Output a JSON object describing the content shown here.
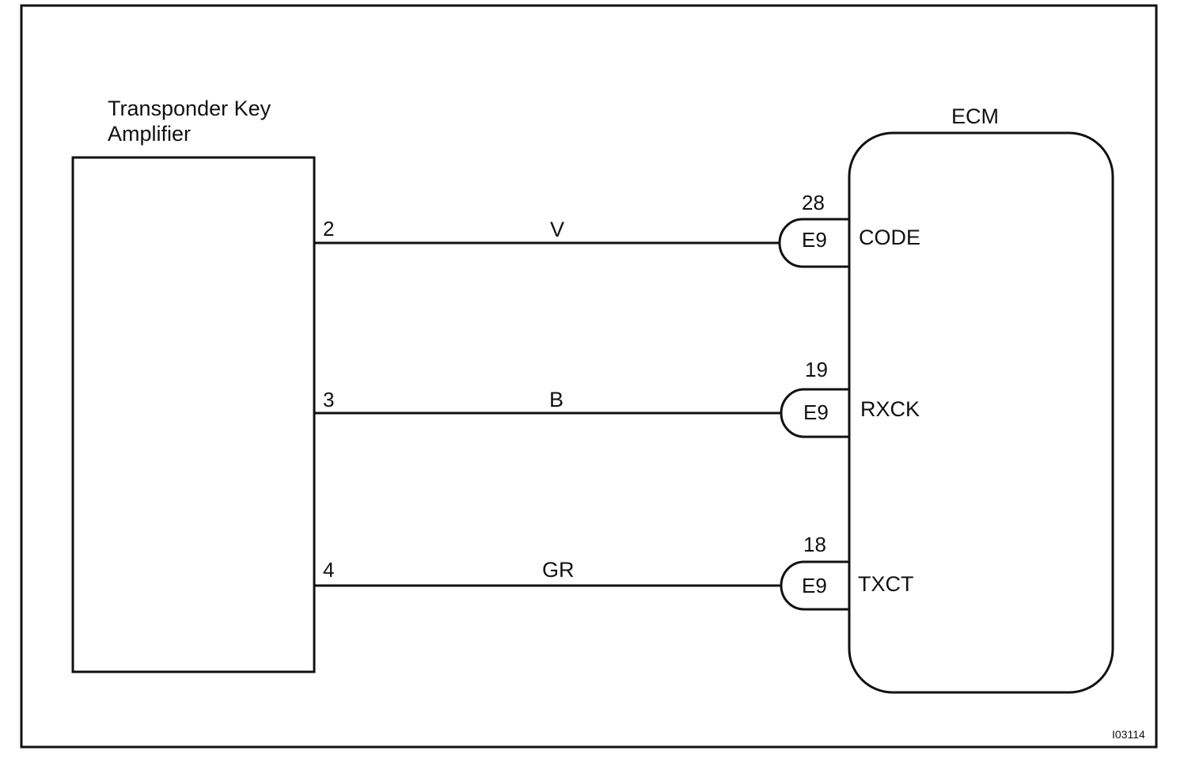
{
  "amplifier": {
    "title_line1": "Transponder Key",
    "title_line2": "Amplifier"
  },
  "ecm": {
    "title": "ECM"
  },
  "wires": [
    {
      "amp_pin": "2",
      "color": "V",
      "connector": "E9",
      "ecm_pin": "28",
      "signal": "CODE"
    },
    {
      "amp_pin": "3",
      "color": "B",
      "connector": "E9",
      "ecm_pin": "19",
      "signal": "RXCK"
    },
    {
      "amp_pin": "4",
      "color": "GR",
      "connector": "E9",
      "ecm_pin": "18",
      "signal": "TXCT"
    }
  ],
  "figure_code": "I03114"
}
